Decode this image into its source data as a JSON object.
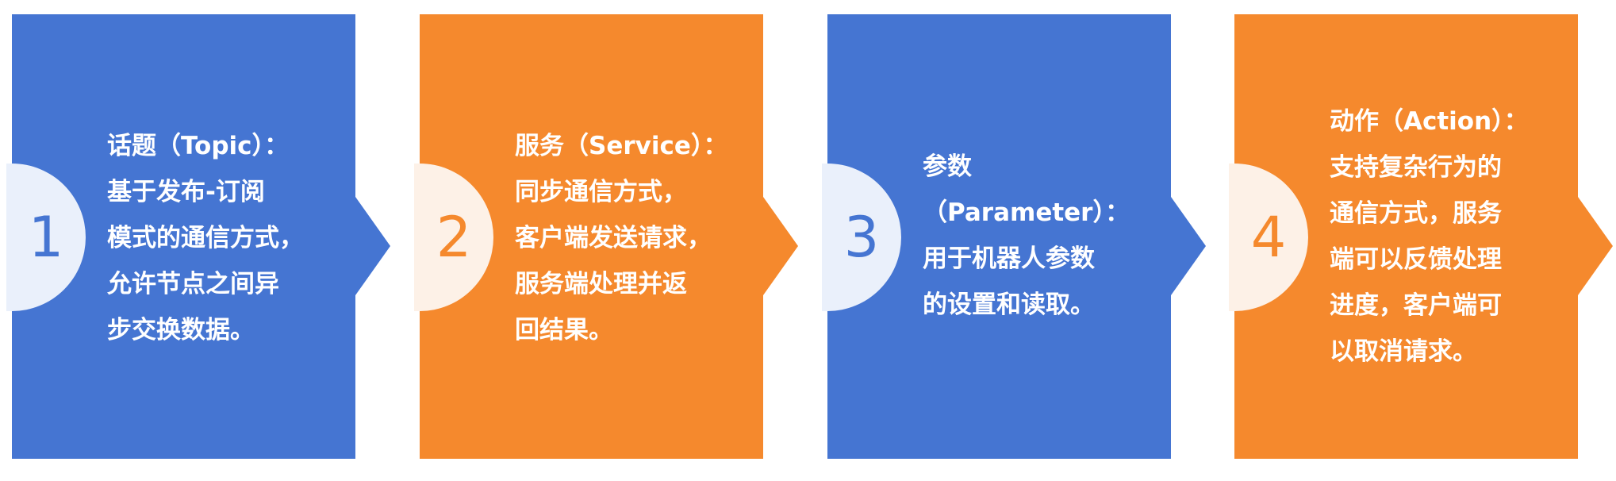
{
  "steps": [
    {
      "number": "1",
      "text": "话题（Topic）：\n基于发布-订阅\n模式的通信方式，\n允许节点之间异\n步交换数据。",
      "color": "#4575d2"
    },
    {
      "number": "2",
      "text": "服务（Service）：\n同步通信方式，\n客户端发送请求，\n服务端处理并返\n回结果。",
      "color": "#f5892d"
    },
    {
      "number": "3",
      "text": "参数\n（Parameter）：\n用于机器人参数\n的设置和读取。",
      "color": "#4575d2"
    },
    {
      "number": "4",
      "text": "动作（Action）：\n支持复杂行为的\n通信方式，服务\n端可以反馈处理\n进度，客户端可\n以取消请求。",
      "color": "#f5892d"
    }
  ]
}
